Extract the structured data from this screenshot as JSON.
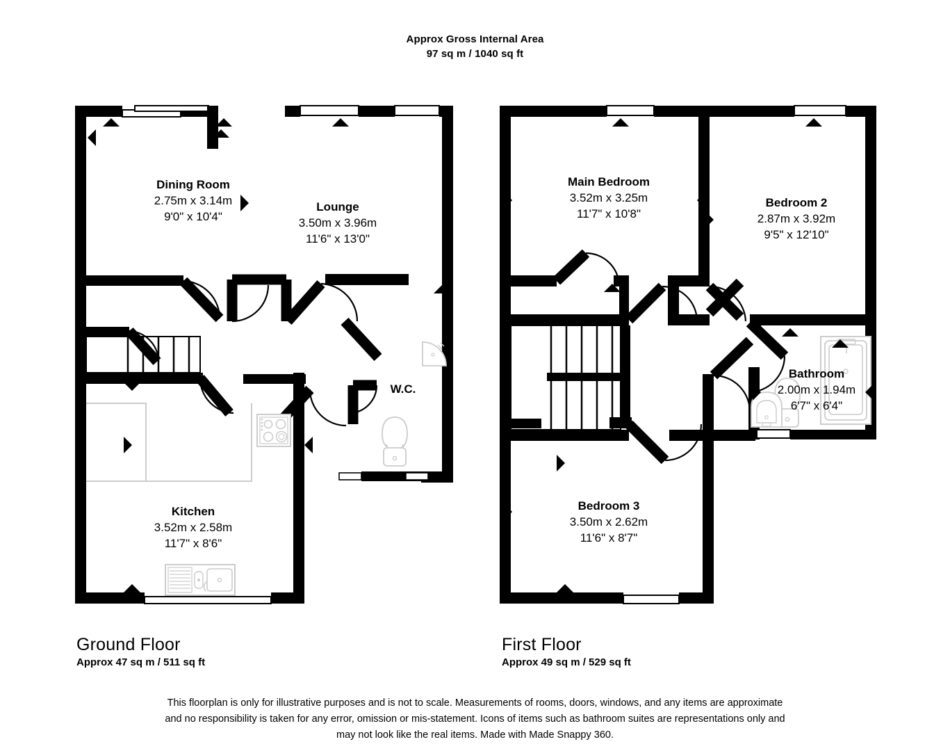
{
  "header": {
    "title": "Approx Gross Internal Area",
    "area": "97 sq m / 1040 sq ft"
  },
  "floors": [
    {
      "id": "ground",
      "title": "Ground Floor",
      "area": "Approx 47 sq m / 511 sq ft",
      "rooms": [
        {
          "name": "Dining Room",
          "metric": "2.75m x 3.14m",
          "imperial": "9'0\" x 10'4\""
        },
        {
          "name": "Lounge",
          "metric": "3.50m x 3.96m",
          "imperial": "11'6\" x 13'0\""
        },
        {
          "name": "W.C.",
          "metric": "",
          "imperial": ""
        },
        {
          "name": "Kitchen",
          "metric": "3.52m x 2.58m",
          "imperial": "11'7\" x 8'6\""
        }
      ]
    },
    {
      "id": "first",
      "title": "First Floor",
      "area": "Approx 49 sq m / 529 sq ft",
      "rooms": [
        {
          "name": "Main Bedroom",
          "metric": "3.52m x 3.25m",
          "imperial": "11'7\" x 10'8\""
        },
        {
          "name": "Bedroom 2",
          "metric": "2.87m x 3.92m",
          "imperial": "9'5\" x 12'10\""
        },
        {
          "name": "Bathroom",
          "metric": "2.00m x 1.94m",
          "imperial": "6'7\" x 6'4\""
        },
        {
          "name": "Bedroom 3",
          "metric": "3.50m x 2.62m",
          "imperial": "11'6\" x 8'7\""
        }
      ]
    }
  ],
  "disclaimer": {
    "line1": "This floorplan is only for illustrative purposes and is not to scale. Measurements of rooms, doors, windows, and any items are approximate",
    "line2": "and no responsibility is taken for any error, omission or mis-statement. Icons of items such as bathroom suites are representations only and",
    "line3": "may not look like the real items. Made with Made Snappy 360."
  },
  "colors": {
    "wall": "#000000",
    "background": "#ffffff",
    "fixture_outline": "#cccccc",
    "text": "#000000"
  },
  "fixtures": {
    "kitchen": [
      "hob-icon",
      "sink-icon",
      "counter-outline"
    ],
    "wc": [
      "toilet-icon",
      "corner-basin-icon"
    ],
    "bathroom": [
      "bathtub-icon",
      "toilet-icon",
      "basin-icon"
    ]
  }
}
